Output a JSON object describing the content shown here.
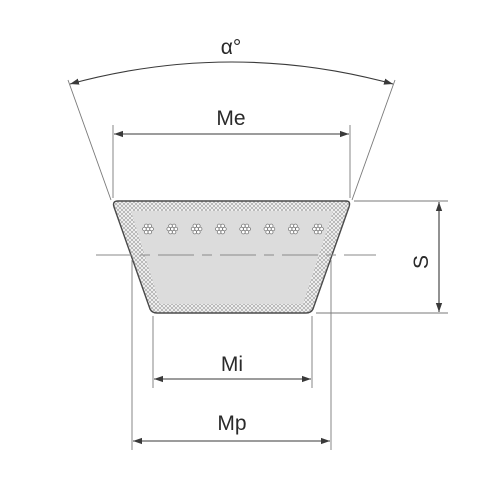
{
  "labels": {
    "angle": "α°",
    "top_width": "Me",
    "height": "S",
    "inner_width": "Mi",
    "pitch_width": "Mp"
  },
  "belt": {
    "cord_count": 8
  },
  "colors": {
    "outline": "#4a4a4a",
    "belt_fill": "#dcdcdc",
    "hatch": "#9a9a9a",
    "cord": "#6a6a6a",
    "text": "#2a2a2a"
  }
}
